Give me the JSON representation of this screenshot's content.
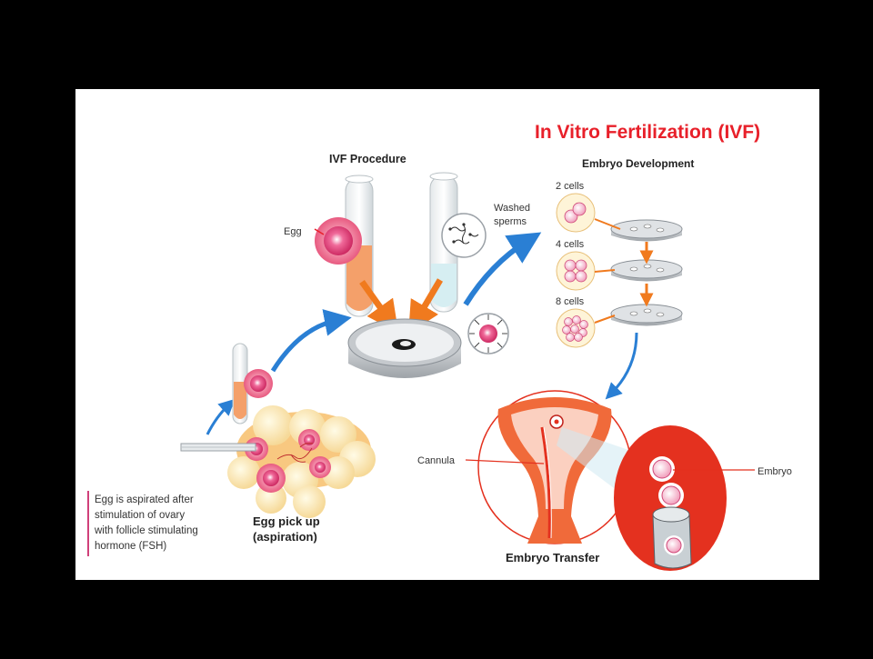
{
  "title": "In Vitro Fertilization (IVF)",
  "sections": {
    "procedure": "IVF Procedure",
    "development": "Embryo Development",
    "transfer": "Embryo Transfer",
    "pickup_line1": "Egg pick up",
    "pickup_line2": "(aspiration)"
  },
  "labels": {
    "egg": "Egg",
    "washed_line1": "Washed",
    "washed_line2": "sperms",
    "cells2": "2 cells",
    "cells4": "4 cells",
    "cells8": "8 cells",
    "cannula": "Cannula",
    "embryo": "Embryo"
  },
  "caption": [
    "Egg is aspirated after",
    "stimulation of ovary",
    "with follicle stimulating",
    "hormone (FSH)"
  ],
  "colors": {
    "title_red": "#e8202a",
    "arrow_blue": "#2a7fd4",
    "arrow_orange": "#f07a1e",
    "cell_pink": "#e0457a",
    "uterus_red": "#e4311f",
    "caption_bar": "#d0407a"
  }
}
